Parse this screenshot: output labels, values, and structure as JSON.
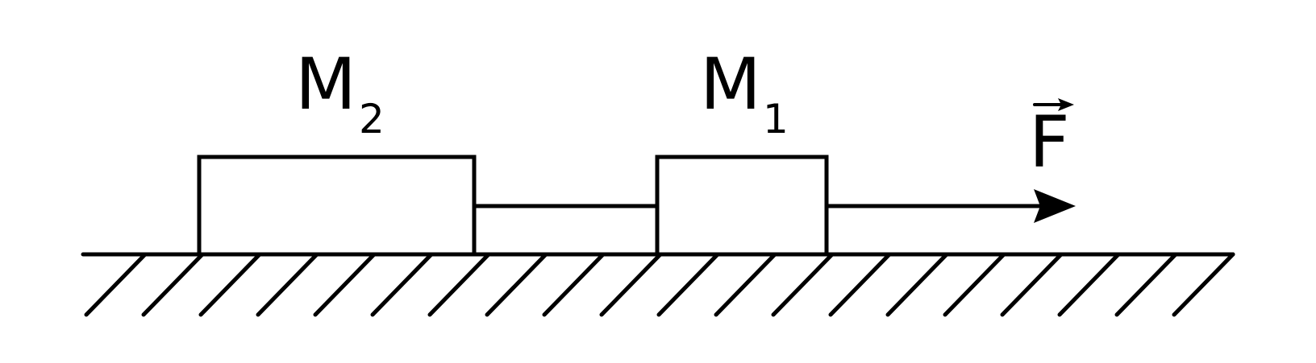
{
  "diagram": {
    "block_m2": {
      "symbol": "M",
      "subscript": "2"
    },
    "block_m1": {
      "symbol": "M",
      "subscript": "1"
    },
    "force": {
      "symbol": "F",
      "vector": true
    },
    "colors": {
      "ink": "#000000",
      "background": "#ffffff"
    }
  }
}
